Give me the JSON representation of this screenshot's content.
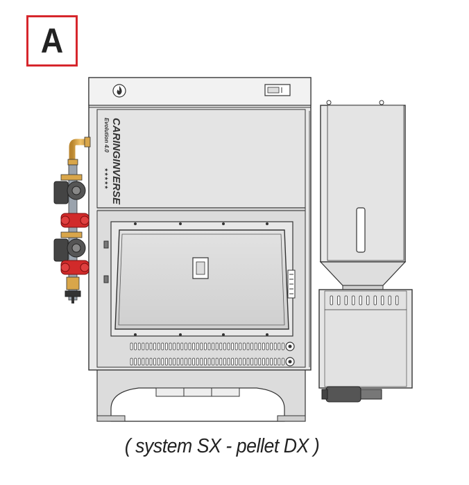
{
  "figure": {
    "label": "A",
    "caption": "( system SX  - pellet DX )",
    "brand": "CARINGINVERSE",
    "brand_sub": "Evolution 4.0",
    "colors": {
      "frame_red": "#d6262c",
      "body_gray": "#e6e6e6",
      "panel_gray": "#d4d4d4",
      "outline": "#333333",
      "pipe_brass": "#d9a64a",
      "valve_red": "#d12a2a",
      "pump_dark": "#3f3f3f"
    },
    "icons": [
      "flame-icon",
      "star-rating-icon",
      "gauge-icon"
    ]
  }
}
